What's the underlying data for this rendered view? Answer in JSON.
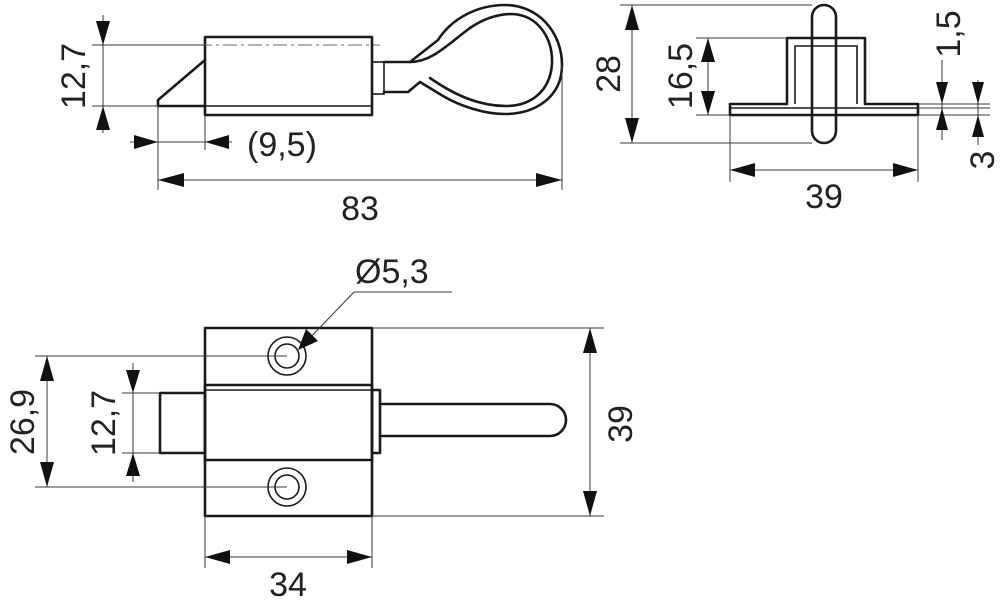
{
  "drawing": {
    "side_view": {
      "dimensions": {
        "height": "12,7",
        "tip": "(9,5)",
        "length": "83"
      }
    },
    "end_view": {
      "dimensions": {
        "overall_height": "28",
        "bracket_height": "16,5",
        "plate_thickness": "1,5",
        "plate_offset": "3",
        "width": "39"
      }
    },
    "front_view": {
      "dimensions": {
        "hole_diameter": "Ø5,3",
        "hole_spacing": "26,9",
        "bolt_height": "12,7",
        "height": "39",
        "width": "34"
      }
    }
  }
}
